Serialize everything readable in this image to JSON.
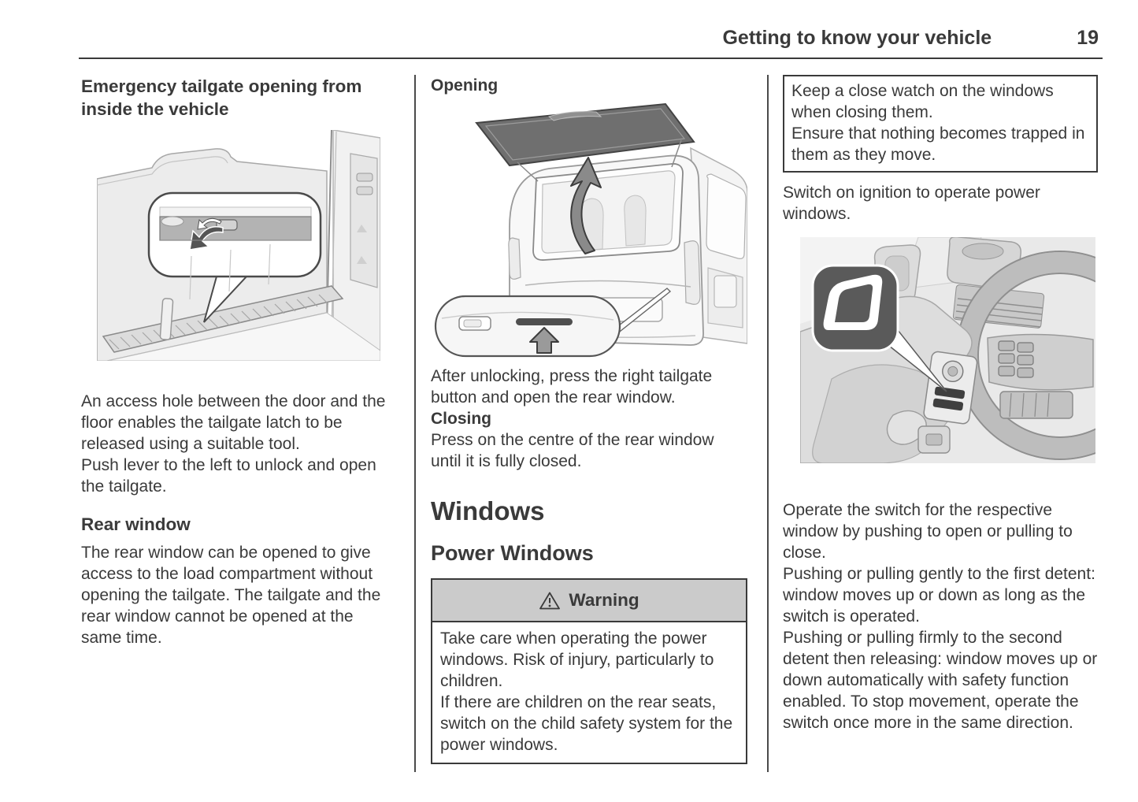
{
  "header": {
    "title": "Getting to know your vehicle",
    "page_number": "19"
  },
  "col1": {
    "heading": "Emergency tailgate opening from inside the vehicle",
    "illustration": "cargo-area-tailgate-latch-drawing",
    "para1": "An access hole between the door and the floor enables the tailgate latch to be released using a suitable tool.",
    "para2": "Push lever to the left to unlock and open the tailgate.",
    "subheading": "Rear window",
    "para3": "The rear window can be opened to give access to the load compartment without opening the tailgate. The tailgate and the rear window cannot be opened at the same time."
  },
  "col2": {
    "opening_label": "Opening",
    "illustration": "vehicle-rear-window-open-drawing",
    "para1": "After unlocking, press the right tailgate button and open the rear window.",
    "closing_label": "Closing",
    "para2": "Press on the centre of the rear window until it is fully closed.",
    "windows_heading": "Windows",
    "power_windows_heading": "Power Windows",
    "warning": {
      "title": "Warning",
      "lines": [
        "Take care when operating the power windows. Risk of injury, particularly to children.",
        "If there are children on the rear seats, switch on the child safety system for the power windows."
      ]
    }
  },
  "col3": {
    "note_lines": [
      "Keep a close watch on the windows when closing them.",
      "Ensure that nothing becomes trapped in them as they move."
    ],
    "para1": "Switch on ignition to operate power windows.",
    "illustration": "door-panel-window-switch-drawing",
    "para2": "Operate the switch for the respective window by pushing to open or pulling to close.",
    "para3": "Pushing or pulling gently to the first detent: window moves up or down as long as the switch is operated.",
    "para4": "Pushing or pulling firmly to the second detent then releasing: window moves up or down automatically with safety function enabled. To stop movement, operate the switch once more in the same direction."
  },
  "icons": {
    "warning_icon": "warning-triangle-icon",
    "latch_arrow": "unlock-lever-arrow-icon",
    "open_arrow": "curved-up-arrow-icon",
    "button_arrow": "up-arrow-icon",
    "window_glyph": "window-glass-icon"
  },
  "colors": {
    "text": "#3a3a3a",
    "rule": "#4a4a4a",
    "warning_header_bg": "#cbcbcb",
    "callout_dark": "#5a5a5a",
    "glass_dark": "#6f6f6f",
    "illustration_light": "#ececec"
  }
}
